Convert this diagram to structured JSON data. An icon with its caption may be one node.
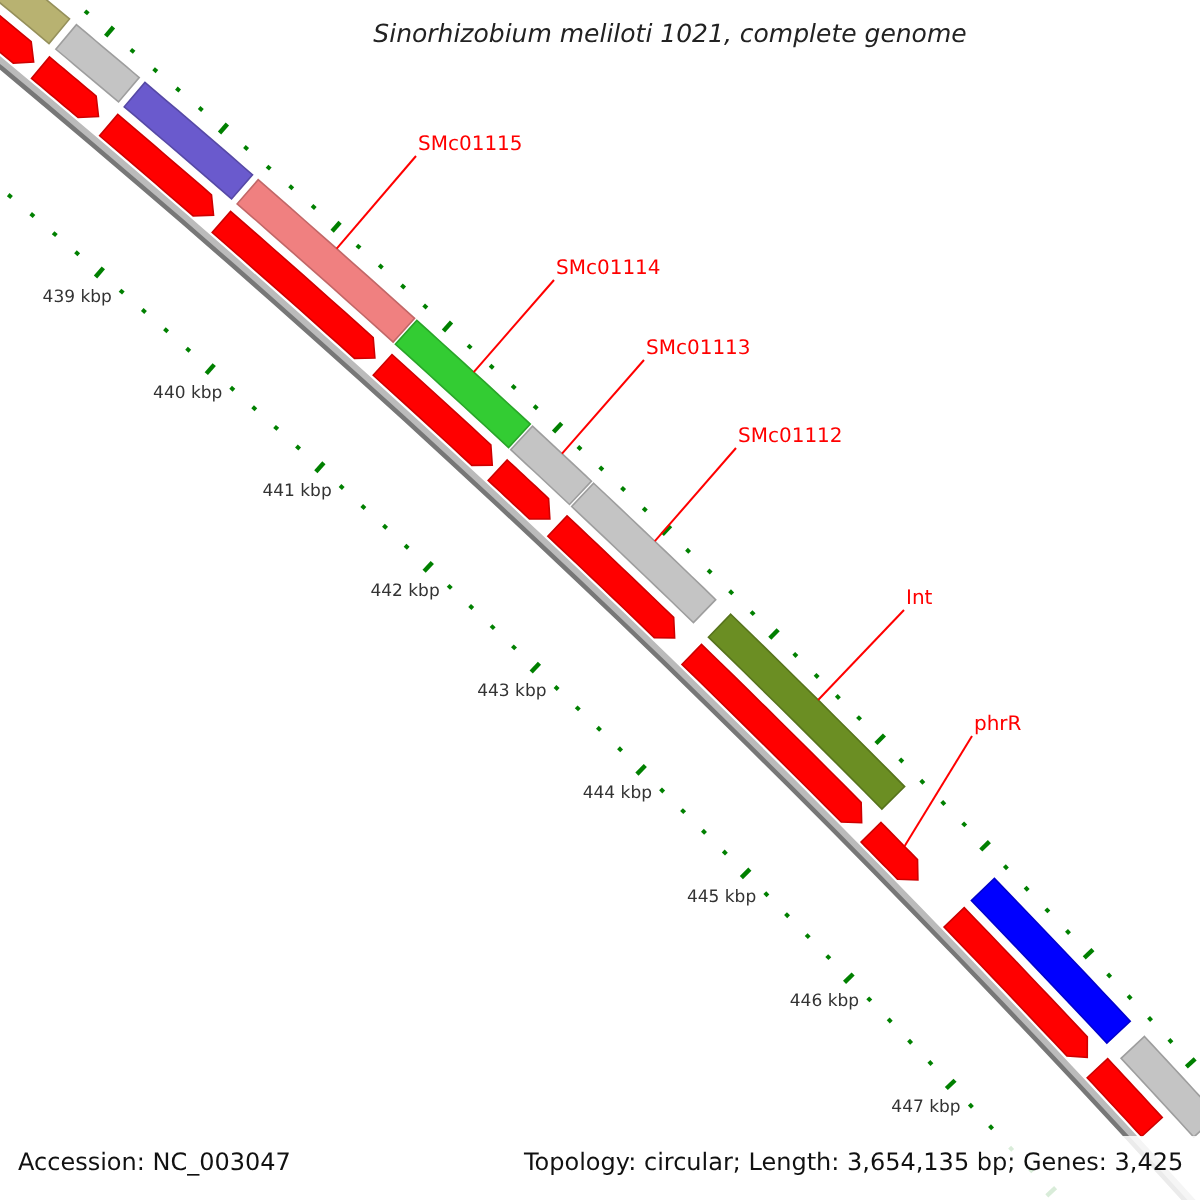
{
  "diagram": {
    "title": "Sinorhizobium meliloti 1021, complete genome",
    "nodes": [
      {
        "text": [
          "SMc01115"
        ]
      },
      {
        "text": [
          "SMc01114"
        ]
      },
      {
        "text": [
          "SMc01113"
        ]
      },
      {
        "text": [
          "SMc01112"
        ]
      },
      {
        "text": [
          "Int"
        ]
      },
      {
        "text": [
          "phrR"
        ]
      },
      {
        "text": [],
        "shape": "bar"
      },
      {
        "text": [],
        "shape": "bar"
      },
      {
        "text": [],
        "shape": "bar"
      },
      {
        "text": [],
        "shape": "bar"
      },
      {
        "text": [],
        "shape": "bar"
      },
      {
        "text": [],
        "shape": "bar"
      },
      {
        "text": [],
        "shape": "bar"
      },
      {
        "text": [],
        "shape": "bar"
      },
      {
        "text": [],
        "shape": "bar"
      },
      {
        "text": [],
        "shape": "bar"
      },
      {
        "text": [],
        "shape": "arrow"
      },
      {
        "text": [],
        "shape": "arrow"
      },
      {
        "text": [],
        "shape": "arrow"
      },
      {
        "text": [],
        "shape": "arrow"
      },
      {
        "text": [],
        "shape": "arrow"
      },
      {
        "text": [],
        "shape": "arrow"
      },
      {
        "text": [],
        "shape": "arrow"
      },
      {
        "text": [],
        "shape": "arrow"
      },
      {
        "text": [],
        "shape": "arrow"
      },
      {
        "text": [],
        "shape": "arrow"
      },
      {
        "text": [],
        "shape": "arrow"
      }
    ],
    "edges": [
      {
        "from": 0,
        "to": 9,
        "arrow": "none"
      },
      {
        "from": 1,
        "to": 10,
        "arrow": "none"
      },
      {
        "from": 2,
        "to": 11,
        "arrow": "none"
      },
      {
        "from": 3,
        "to": 12,
        "arrow": "none"
      },
      {
        "from": 4,
        "to": 13,
        "arrow": "none"
      },
      {
        "from": 5,
        "to": 24,
        "arrow": "none"
      }
    ],
    "labels": [
      "439 kbp",
      "440 kbp",
      "441 kbp",
      "442 kbp",
      "443 kbp",
      "444 kbp",
      "445 kbp",
      "446 kbp",
      "447 kbp",
      "Accession: NC_003047",
      "Topology: circular; Length: 3,654,135 bp; Genes: 3,425"
    ]
  }
}
